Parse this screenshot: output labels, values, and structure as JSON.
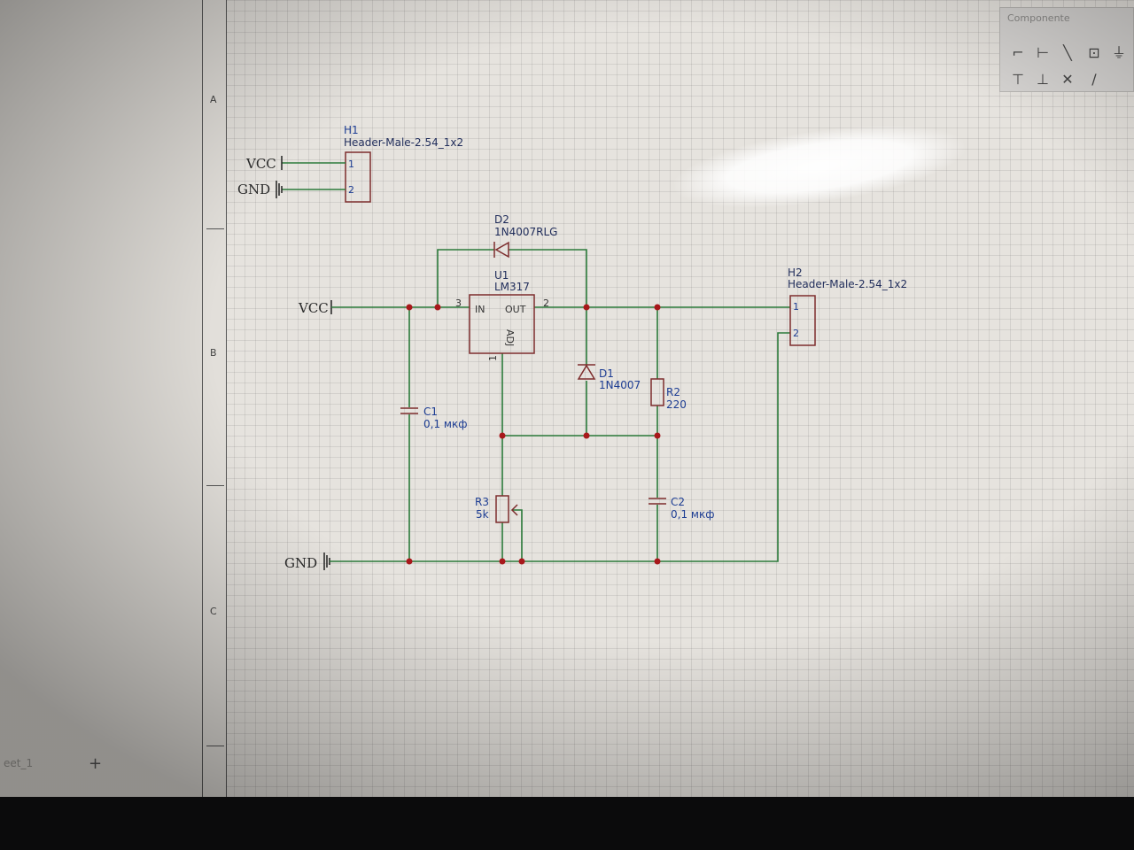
{
  "frame": {
    "rows": [
      "A",
      "B",
      "C"
    ]
  },
  "toolbox": {
    "title": "Componente",
    "tools": [
      "wire-icon",
      "bus-icon",
      "line-icon",
      "net-port-icon",
      "ground-icon",
      "vcc-icon",
      "net-flag-icon",
      "no-connect-icon",
      "probe-icon"
    ]
  },
  "page_tabs": {
    "active_label": "eet_1",
    "add_label": "+"
  },
  "schematic": {
    "net_labels": {
      "vcc": "VCC",
      "gnd": "GND"
    },
    "H1": {
      "ref": "H1",
      "value": "Header-Male-2.54_1x2",
      "pins": [
        "1",
        "2"
      ]
    },
    "H2": {
      "ref": "H2",
      "value": "Header-Male-2.54_1x2",
      "pins": [
        "1",
        "2"
      ]
    },
    "U1": {
      "ref": "U1",
      "value": "LM317",
      "pin_in": "IN",
      "pin_out": "OUT",
      "pin_adj": "ADJ",
      "pin_in_num": "3",
      "pin_out_num": "2",
      "pin_adj_num": "1"
    },
    "D1": {
      "ref": "D1",
      "value": "1N4007"
    },
    "D2": {
      "ref": "D2",
      "value": "1N4007RLG"
    },
    "C1": {
      "ref": "C1",
      "value": "0,1 мкф"
    },
    "C2": {
      "ref": "C2",
      "value": "0,1 мкф"
    },
    "R2": {
      "ref": "R2",
      "value": "220"
    },
    "R3": {
      "ref": "R3",
      "value": "5k"
    }
  },
  "colors": {
    "wire": "#2b7a3a",
    "part": "#7d2d2d",
    "junction": "#a8181b",
    "designator": "#1d3d93"
  }
}
